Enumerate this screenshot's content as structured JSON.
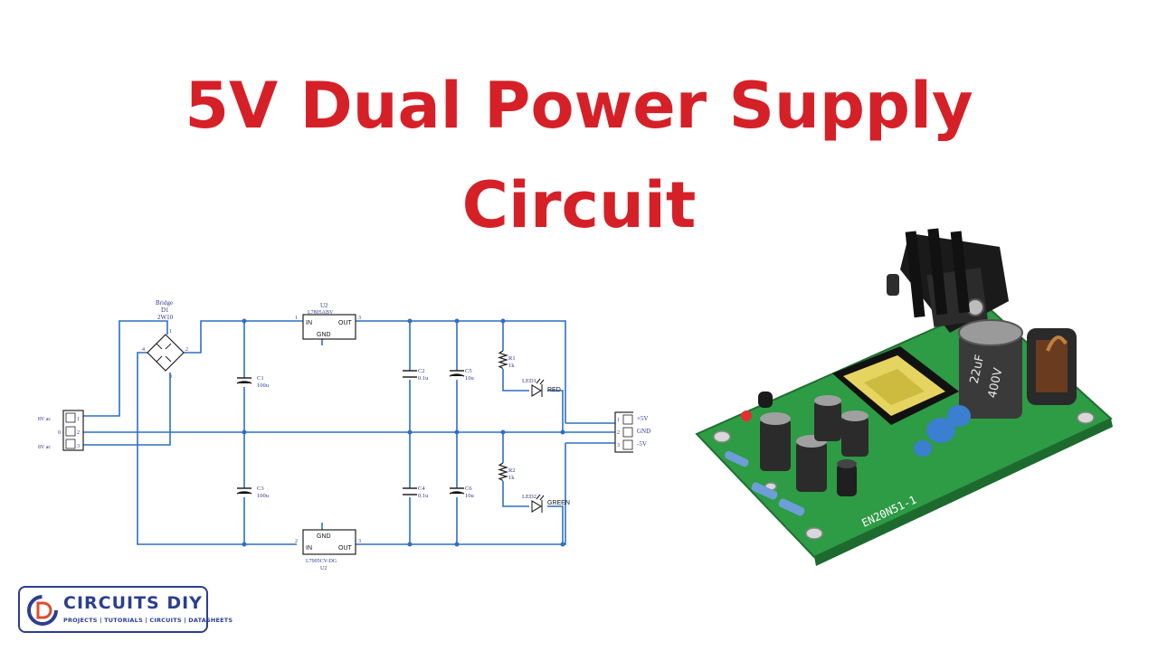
{
  "title": {
    "line1": "5V Dual Power Supply",
    "line2": "Circuit"
  },
  "colors": {
    "title": "#d62027",
    "wire": "#2f6fc4",
    "brand": "#2c3e91",
    "pcb": "#2e9b45"
  },
  "schematic": {
    "bridge": {
      "label": "Bridge",
      "ref": "D1",
      "part": "2W10",
      "pins": [
        "1",
        "2",
        "3",
        "4"
      ]
    },
    "u_top": {
      "ref": "U2",
      "part": "L7805ABV",
      "in": "IN",
      "out": "OUT",
      "gnd": "GND",
      "pin_in": "1",
      "pin_out": "3"
    },
    "u_bottom": {
      "ref": "U2",
      "part": "L7905CV-DG",
      "in": "IN",
      "out": "OUT",
      "gnd": "GND",
      "pin_in": "2",
      "pin_out": "3"
    },
    "capacitors": [
      {
        "ref": "C1",
        "value": "100u"
      },
      {
        "ref": "C2",
        "value": "0.1u"
      },
      {
        "ref": "C5",
        "value": "10u"
      },
      {
        "ref": "C3",
        "value": "100u"
      },
      {
        "ref": "C4",
        "value": "0.1u"
      },
      {
        "ref": "C6",
        "value": "10u"
      }
    ],
    "resistors": [
      {
        "ref": "R1",
        "value": "1k"
      },
      {
        "ref": "R2",
        "value": "1k"
      }
    ],
    "leds": [
      {
        "ref": "LED1",
        "color": "RED"
      },
      {
        "ref": "LED2",
        "color": "GREEN"
      }
    ],
    "input_connector": {
      "labels": [
        "8V ac",
        "0",
        "8V ac"
      ],
      "pins": [
        "1",
        "2",
        "3"
      ]
    },
    "output_connector": {
      "labels": [
        "+5V",
        "GND",
        "-5V"
      ],
      "pins": [
        "1",
        "2",
        "3"
      ]
    }
  },
  "board": {
    "cap_marking_1": "22uF",
    "cap_marking_2": "400V",
    "silk_text": "EN20N51-1"
  },
  "brand": {
    "name": "CIRCUITS DIY",
    "tagline": "PROJECTS | TUTORIALS | CIRCUITS | DATASHEETS"
  }
}
